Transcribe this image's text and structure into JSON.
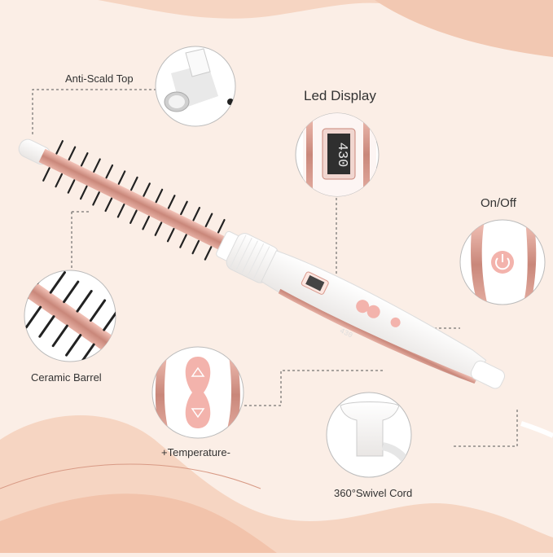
{
  "labels": {
    "anti_scald": "Anti-Scald Top",
    "led_display": "Led Display",
    "on_off": "On/Off",
    "ceramic_barrel": "Ceramic Barrel",
    "temperature": "+Temperature-",
    "swivel_cord": "360°Swivel Cord"
  },
  "display": {
    "zoom_value": "430",
    "body_value": "430"
  },
  "colors": {
    "background": "#fbeee6",
    "wave": "#f6d5c2",
    "rose_gold": "#d99a8e",
    "white": "#ffffff",
    "dashed_line": "#555555",
    "button_pink": "#f3b3ac"
  },
  "icons": {
    "power": "power-icon",
    "up": "triangle-up-icon",
    "down": "triangle-down-icon"
  }
}
